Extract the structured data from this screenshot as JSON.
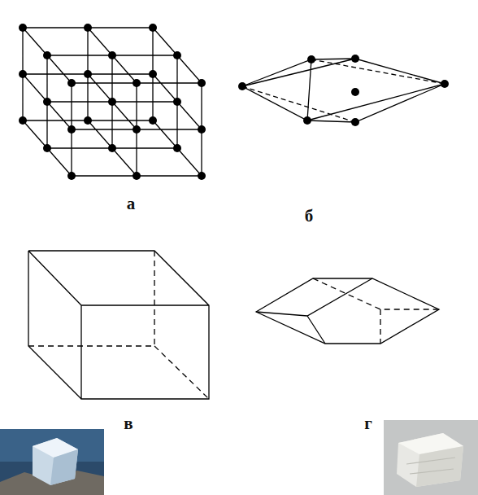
{
  "diagram": {
    "labels": [
      "а",
      "б",
      "в",
      "г"
    ]
  }
}
